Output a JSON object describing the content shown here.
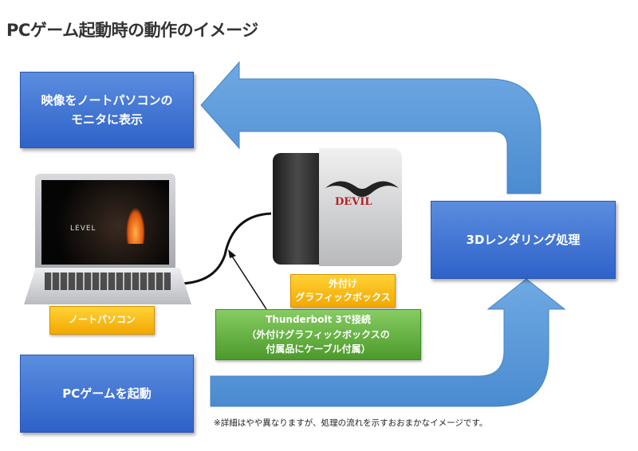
{
  "title": "PCゲーム起動時の動作のイメージ",
  "boxes": {
    "display": {
      "line1": "映像をノートパソコンの",
      "line2": "モニタに表示"
    },
    "rendering": "3Dレンダリング処理",
    "launch": "PCゲームを起動"
  },
  "labels": {
    "notebook": "ノートパソコン",
    "external_gpu": {
      "line1": "外付け",
      "line2": "グラフィックボックス"
    },
    "connection": {
      "line1": "Thunderbolt 3で接続",
      "line2": "（外付けグラフィックボックスの",
      "line3": "付属品にケーブル付属）"
    }
  },
  "note": "※詳細はやや異なりますが、処理の流れを示すおおまかなイメージです。",
  "colors": {
    "arrow": "#5b9bd5",
    "box_blue": "#3a6fd4",
    "tag_yellow": "#f5b400",
    "tag_green": "#5aa83a"
  }
}
